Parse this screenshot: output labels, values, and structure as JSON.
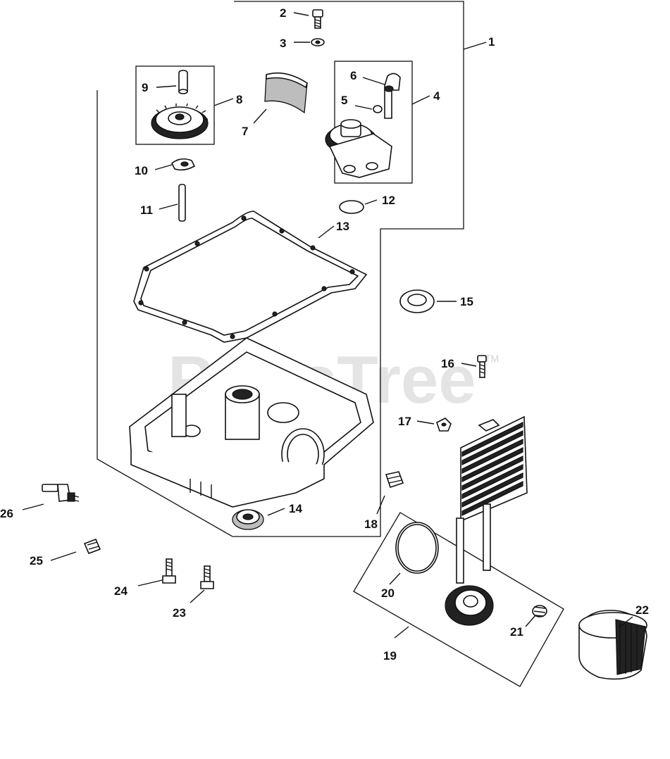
{
  "watermark": {
    "text": "PartsTree",
    "trademark": "TM"
  },
  "callouts": [
    {
      "id": "1",
      "label": "1"
    },
    {
      "id": "2",
      "label": "2"
    },
    {
      "id": "3",
      "label": "3"
    },
    {
      "id": "4",
      "label": "4"
    },
    {
      "id": "5",
      "label": "5"
    },
    {
      "id": "6",
      "label": "6"
    },
    {
      "id": "7",
      "label": "7"
    },
    {
      "id": "8",
      "label": "8"
    },
    {
      "id": "9",
      "label": "9"
    },
    {
      "id": "10",
      "label": "10"
    },
    {
      "id": "11",
      "label": "11"
    },
    {
      "id": "12",
      "label": "12"
    },
    {
      "id": "13",
      "label": "13"
    },
    {
      "id": "14",
      "label": "14"
    },
    {
      "id": "15",
      "label": "15"
    },
    {
      "id": "16",
      "label": "16"
    },
    {
      "id": "17",
      "label": "17"
    },
    {
      "id": "18",
      "label": "18"
    },
    {
      "id": "19",
      "label": "19"
    },
    {
      "id": "20",
      "label": "20"
    },
    {
      "id": "21",
      "label": "21"
    },
    {
      "id": "22",
      "label": "22"
    },
    {
      "id": "23",
      "label": "23"
    },
    {
      "id": "24",
      "label": "24"
    },
    {
      "id": "25",
      "label": "25"
    },
    {
      "id": "26",
      "label": "26"
    }
  ]
}
